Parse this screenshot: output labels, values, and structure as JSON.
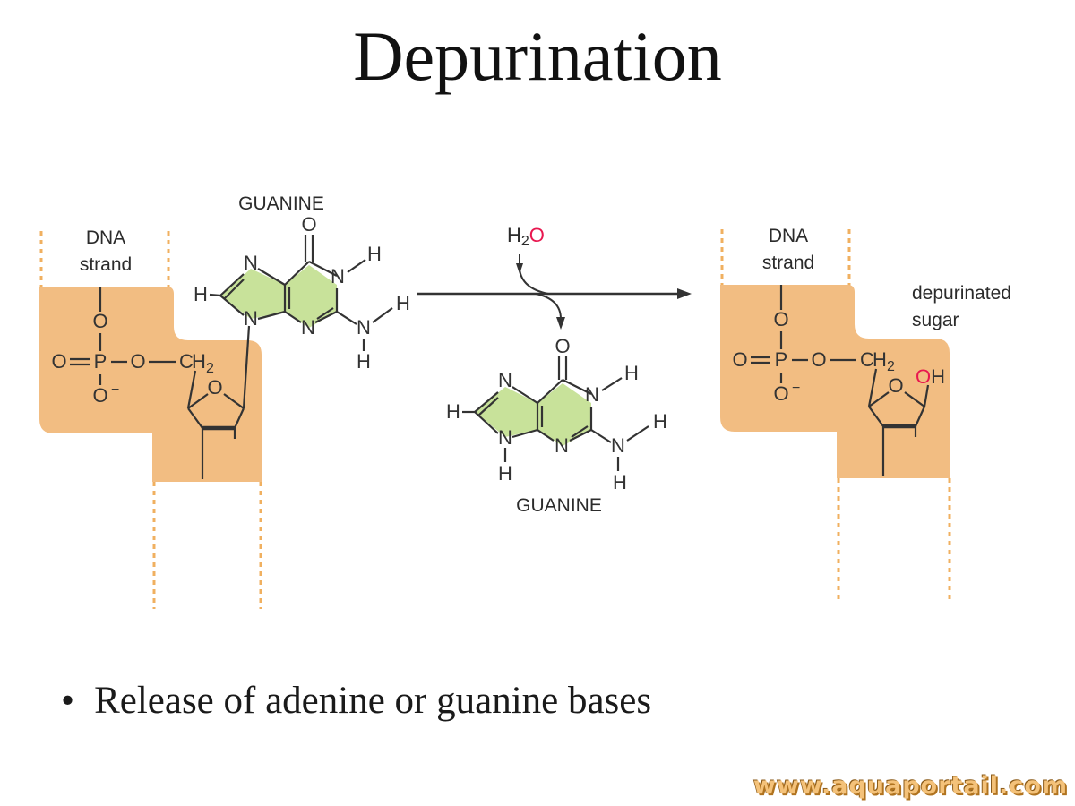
{
  "title": "Depurination",
  "bullet": "Release of adenine or guanine bases",
  "watermark": "www.aquaportail.com",
  "labels": {
    "dna_strand_left": [
      "DNA",
      "strand"
    ],
    "dna_strand_right": [
      "DNA",
      "strand"
    ],
    "guanine_top": "GUANINE",
    "guanine_released": "GUANINE",
    "water_h": "H",
    "water_sub": "2",
    "water_o": "O",
    "depurinated_sugar": [
      "depurinated",
      "sugar"
    ],
    "hydroxyl_o": "O",
    "hydroxyl_h": "H"
  },
  "atoms": {
    "O": "O",
    "P": "P",
    "N": "N",
    "H": "H",
    "C": "C",
    "H2_sub": "2",
    "minus": "−"
  },
  "colors": {
    "strand_fill": "#f2bd82",
    "base_fill": "#c8e29a",
    "highlight_red": "#e8174f",
    "strand_dash": "#f0b060",
    "arrow": "#333333"
  }
}
